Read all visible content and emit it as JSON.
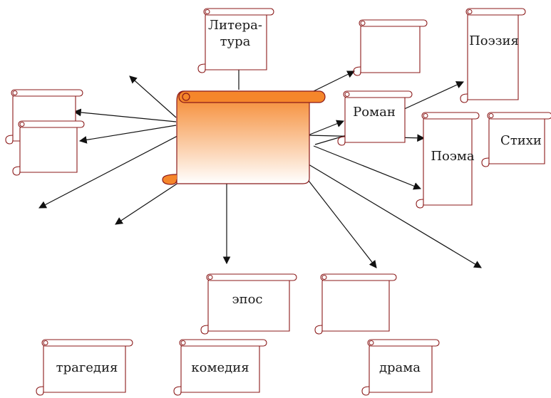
{
  "diagram": {
    "center": {
      "label": ""
    },
    "labels": {
      "literature_line1": "Литера-",
      "literature_line2": "тура",
      "poetry": "Поэзия",
      "novel": "Роман",
      "poem": "Поэма",
      "verses": "Стихи",
      "epos": "эпос",
      "tragedy": "трагедия",
      "comedy": "комедия",
      "drama": "драма"
    },
    "colors": {
      "scroll_stroke": "#8b1a1a",
      "center_top": "#f5862b",
      "center_bottom": "#ffffff",
      "arrow": "#111111"
    }
  }
}
